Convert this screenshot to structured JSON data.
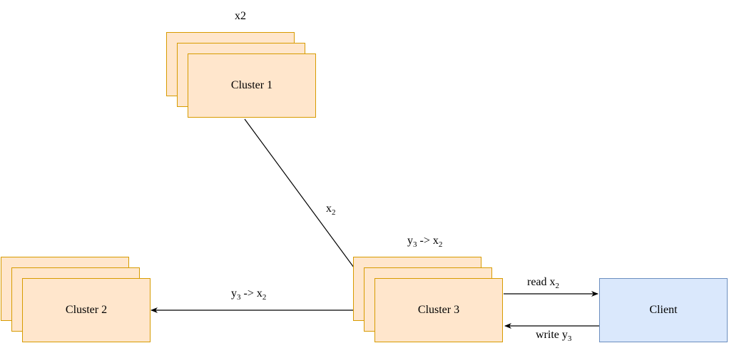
{
  "nodes": {
    "cluster1": {
      "label": "Cluster 1",
      "stack_label": "x2"
    },
    "cluster2": {
      "label": "Cluster 2"
    },
    "cluster3": {
      "label": "Cluster 3"
    },
    "client": {
      "label": "Client"
    }
  },
  "edges": {
    "c1_to_c3": {
      "text": "x",
      "sub": "2"
    },
    "c3_to_c2": {
      "pre": "y",
      "pre_sub": "3",
      "mid": " -> x",
      "post_sub": "2"
    },
    "c3_stack": {
      "pre": "y",
      "pre_sub": "3",
      "mid": " -> x",
      "post_sub": "2"
    },
    "read": {
      "text": "read x",
      "sub": "2"
    },
    "write": {
      "text": "write y",
      "sub": "3"
    }
  },
  "colors": {
    "cluster_fill": "#ffe6cc",
    "cluster_stroke": "#d79b00",
    "client_fill": "#dae8fc",
    "client_stroke": "#6c8ebf"
  }
}
